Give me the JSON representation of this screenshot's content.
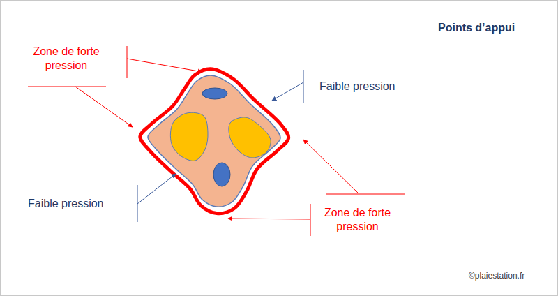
{
  "diagram": {
    "title": "Points d’appui",
    "labels": [
      "Zone de forte pression",
      "Faible pression",
      "Faible pression",
      "Zone de forte pression",
      "©plaiestation.fr"
    ]
  }
}
